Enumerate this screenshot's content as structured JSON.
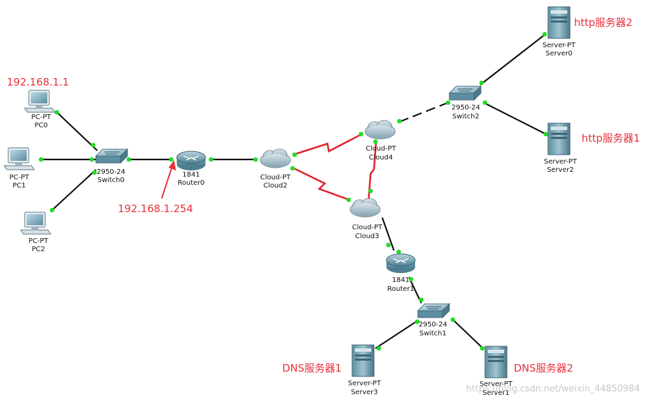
{
  "devices": {
    "pc0": {
      "type": "PC-PT",
      "name": "PC0"
    },
    "pc1": {
      "type": "PC-PT",
      "name": "PC1"
    },
    "pc2": {
      "type": "PC-PT",
      "name": "PC2"
    },
    "switch0": {
      "type": "2950-24",
      "name": "Switch0"
    },
    "router0": {
      "type": "1841",
      "name": "Router0"
    },
    "cloud2": {
      "type": "Cloud-PT",
      "name": "Cloud2"
    },
    "cloud4": {
      "type": "Cloud-PT",
      "name": "Cloud4"
    },
    "cloud3": {
      "type": "Cloud-PT",
      "name": "Cloud3"
    },
    "switch2": {
      "type": "2950-24",
      "name": "Switch2"
    },
    "server0": {
      "type": "Server-PT",
      "name": "Server0"
    },
    "server2": {
      "type": "Server-PT",
      "name": "Server2"
    },
    "router1": {
      "type": "1841",
      "name": "Router1"
    },
    "switch1": {
      "type": "2950-24",
      "name": "Switch1"
    },
    "server3": {
      "type": "Server-PT",
      "name": "Server3"
    },
    "server1": {
      "type": "Server-PT",
      "name": "Server1"
    }
  },
  "annotations": {
    "pc0_ip": "192.168.1.1",
    "router0_ip": "192.168.1.254",
    "http2": "http服务器2",
    "http1": "http服务器1",
    "dns1": "DNS服务器1",
    "dns2": "DNS服务器2"
  },
  "watermark": "https://blog.csdn.net/weixin_44850984",
  "colors": {
    "link": "#111111",
    "serial_link": "#e0242c",
    "port": "#22dd22",
    "annotation": "#e8303a"
  },
  "links": [
    {
      "from": "pc0",
      "to": "switch0",
      "style": "solid"
    },
    {
      "from": "pc1",
      "to": "switch0",
      "style": "solid"
    },
    {
      "from": "pc2",
      "to": "switch0",
      "style": "solid"
    },
    {
      "from": "switch0",
      "to": "router0",
      "style": "solid"
    },
    {
      "from": "router0",
      "to": "cloud2",
      "style": "solid"
    },
    {
      "from": "cloud2",
      "to": "cloud4",
      "style": "serial"
    },
    {
      "from": "cloud2",
      "to": "cloud3",
      "style": "serial"
    },
    {
      "from": "cloud4",
      "to": "cloud3",
      "style": "serial"
    },
    {
      "from": "cloud4",
      "to": "switch2",
      "style": "dashed"
    },
    {
      "from": "switch2",
      "to": "server0",
      "style": "solid"
    },
    {
      "from": "switch2",
      "to": "server2",
      "style": "solid"
    },
    {
      "from": "cloud3",
      "to": "router1",
      "style": "solid"
    },
    {
      "from": "router1",
      "to": "switch1",
      "style": "solid"
    },
    {
      "from": "switch1",
      "to": "server3",
      "style": "solid"
    },
    {
      "from": "switch1",
      "to": "server1",
      "style": "solid"
    }
  ]
}
